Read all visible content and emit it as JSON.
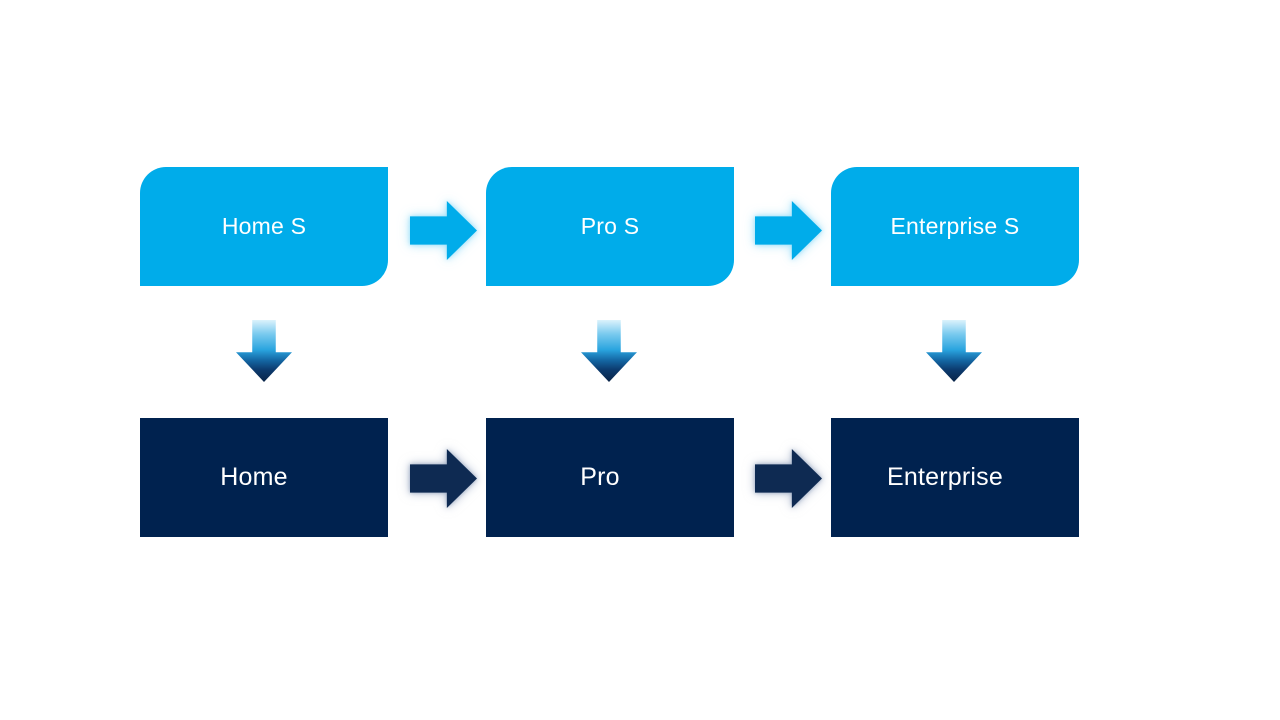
{
  "canvas": {
    "background": "#FFFFFF"
  },
  "diagram": {
    "type": "upgrade-process-flow",
    "top_row": {
      "style": {
        "fill": "#00ACEA",
        "text_color": "#FFFFFF",
        "corner_style": "rounded-diagonal"
      },
      "nodes": [
        {
          "label": "Home S"
        },
        {
          "label": "Pro S"
        },
        {
          "label": "Enterprise S"
        }
      ]
    },
    "bottom_row": {
      "style": {
        "fill": "#00224F",
        "text_color": "#FFFFFF",
        "corner_style": "square"
      },
      "nodes": [
        {
          "label": "Home"
        },
        {
          "label": "Pro"
        },
        {
          "label": "Enterprise"
        }
      ]
    },
    "connectors": {
      "right_arrow_light": {
        "fill": "#00ACEA",
        "glow": "#9EE0F9"
      },
      "right_arrow_dark": {
        "fill": "#0E2A52",
        "glow": "#8A9BB8"
      },
      "down_arrow_gradient": [
        "#DBF2FC",
        "#7CCBEF",
        "#2AA4DF",
        "#156AA7",
        "#0A2447"
      ]
    }
  }
}
